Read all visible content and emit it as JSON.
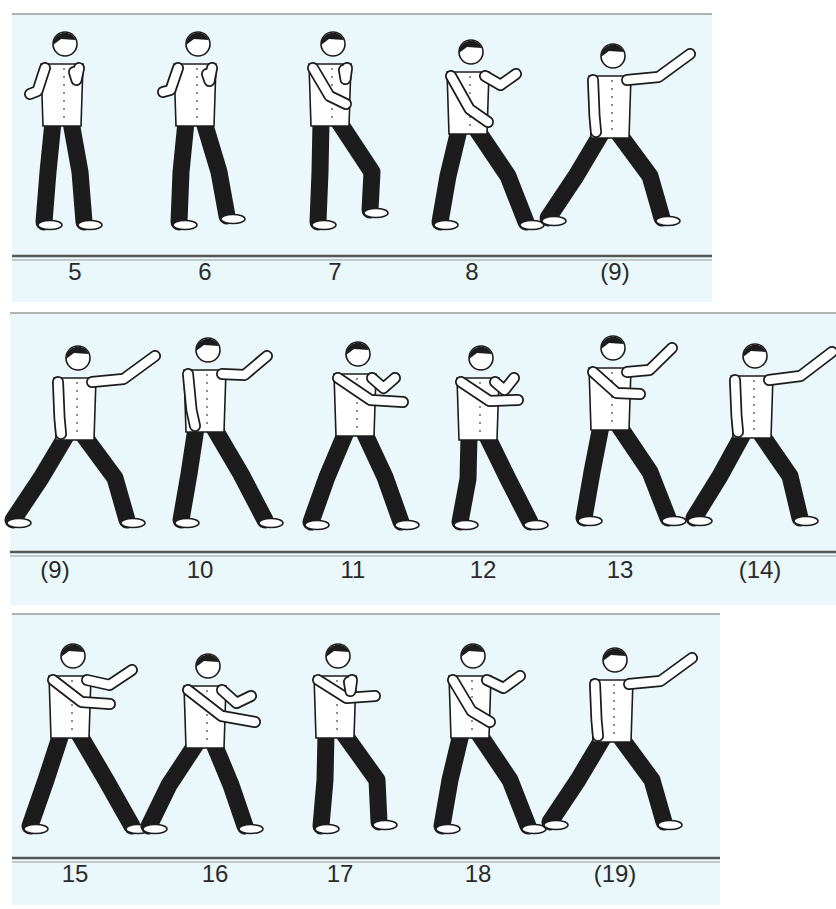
{
  "diagram": {
    "labels": [
      "5",
      "6",
      "7",
      "8",
      "(9)",
      "(9)",
      "10",
      "11",
      "12",
      "13",
      "(14)",
      "15",
      "16",
      "17",
      "18",
      "(19)"
    ]
  }
}
